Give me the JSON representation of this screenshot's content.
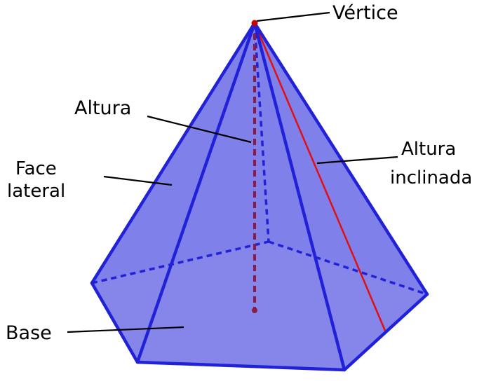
{
  "labels": {
    "vertex": "Vértice",
    "height": "Altura",
    "lateral_face_line1": "Face",
    "lateral_face_line2": "lateral",
    "slant_height_line1": "Altura",
    "slant_height_line2": "inclinada",
    "base": "Base"
  },
  "colors": {
    "edges": "#2121d8",
    "faces": "#4b4be0",
    "height": "#8b1a44",
    "slant_height": "#e01010",
    "apex_point": "#cc0000"
  }
}
